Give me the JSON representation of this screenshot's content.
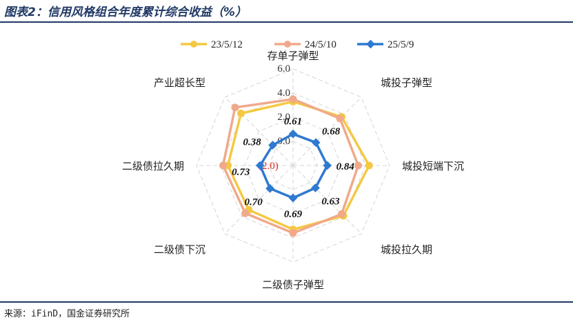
{
  "title": "图表2：信用风格组合年度累计综合收益（%）",
  "source": "来源：iFinD，国金证券研究所",
  "chart_data": {
    "type": "radar",
    "title": "图表2：信用风格组合年度累计综合收益（%）",
    "categories": [
      "存单子弹型",
      "城投子弹型",
      "城投短端下沉",
      "城投拉久期",
      "二级债子弹型",
      "二级债下沉",
      "二级债拉久期",
      "产业超长型"
    ],
    "series": [
      {
        "name": "23/5/12",
        "color": "#f5c842",
        "values": [
          3.3,
          3.7,
          4.3,
          3.9,
          3.3,
          3.2,
          3.4,
          4.1
        ]
      },
      {
        "name": "24/5/10",
        "color": "#f0a98a",
        "values": [
          3.5,
          3.5,
          3.4,
          3.7,
          3.6,
          3.6,
          3.8,
          4.8
        ]
      },
      {
        "name": "25/5/9",
        "color": "#2f79d0",
        "values": [
          0.61,
          0.68,
          0.84,
          0.63,
          0.69,
          0.7,
          0.73,
          0.38
        ]
      }
    ],
    "axis_ticks": [
      "(2.0)",
      "0.0",
      "2.0",
      "4.0",
      "6.0"
    ],
    "rlim": [
      -2,
      6
    ],
    "data_labels": [
      "0.61",
      "0.68",
      "0.84",
      "0.63",
      "0.69",
      "0.70",
      "0.73",
      "0.38"
    ],
    "legend_position": "top",
    "grid": true
  }
}
